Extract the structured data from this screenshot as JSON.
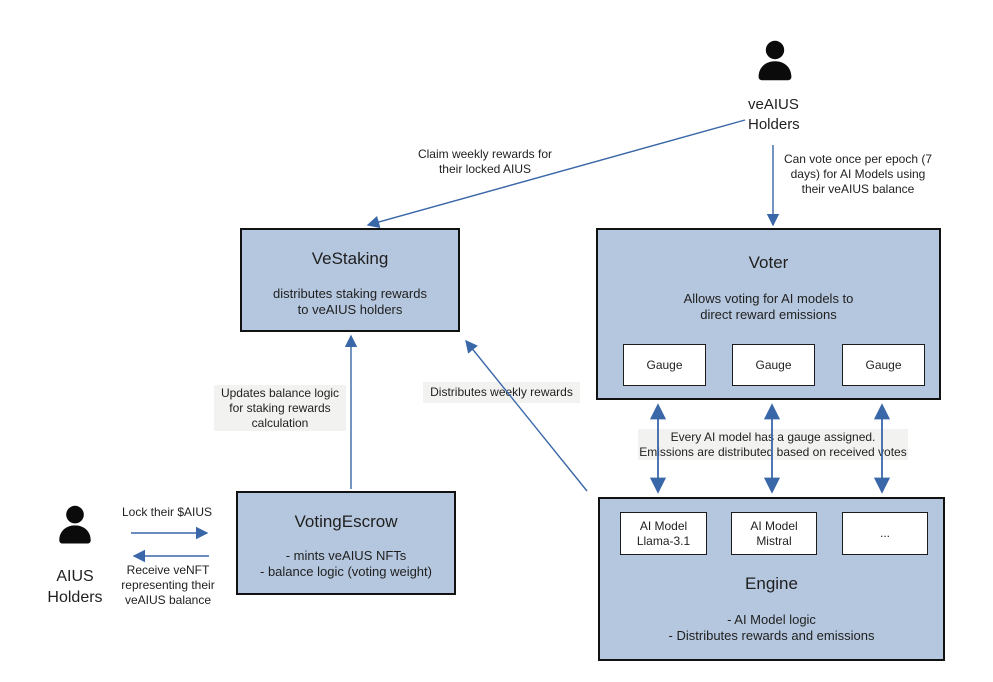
{
  "colors": {
    "box_fill": "#b5c7de",
    "box_border": "#121212",
    "arrow_blue": "#3a67a8",
    "label_background": "#f2f2f1",
    "text": "#1f1f1f",
    "person_icon": "#0b0b0b"
  },
  "actors": {
    "veaius_holders": {
      "label": "veAIUS\nHolders"
    },
    "aius_holders": {
      "label": "AIUS\nHolders"
    }
  },
  "nodes": {
    "vestaking": {
      "title": "VeStaking",
      "body": "distributes staking rewards\nto veAIUS holders"
    },
    "voter": {
      "title": "Voter",
      "body": "Allows voting for AI models to\ndirect reward emissions",
      "gauges": [
        "Gauge",
        "Gauge",
        "Gauge"
      ]
    },
    "voting_escrow": {
      "title": "VotingEscrow",
      "body": "- mints veAIUS NFTs\n- balance logic (voting weight)"
    },
    "engine": {
      "title": "Engine",
      "body": "- AI Model logic\n- Distributes rewards and emissions",
      "models": [
        "AI Model\nLlama-3.1",
        "AI Model\nMistral",
        "..."
      ]
    }
  },
  "edge_labels": {
    "claim_rewards": "Claim weekly rewards for\ntheir locked AIUS",
    "can_vote": "Can vote once per epoch (7\ndays)  for AI Models using\ntheir veAIUS balance",
    "updates_balance": "Updates balance logic\nfor staking rewards\ncalculation",
    "distributes_weekly": "Distributes weekly rewards",
    "gauge_assignment": "Every AI model has a gauge assigned.\nEmissions are distributed based on received votes",
    "lock_aius": "Lock their $AIUS",
    "receive_venft": "Receive veNFT\nrepresenting their\nveAIUS balance"
  }
}
